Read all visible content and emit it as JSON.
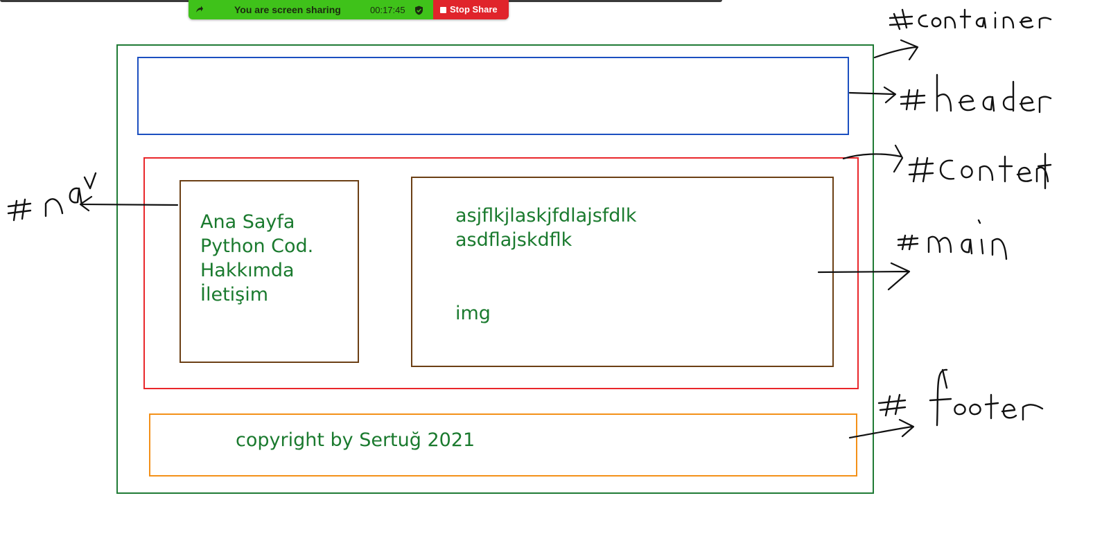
{
  "share_bar": {
    "status_text": "You are screen sharing",
    "timer": "00:17:45",
    "stop_label": "Stop Share",
    "colors": {
      "bar": "#3fc21a",
      "stop": "#e0242b"
    }
  },
  "diagram": {
    "colors": {
      "container": "#1f7a35",
      "header": "#1b4fc0",
      "content": "#e9262a",
      "nav_main": "#6b3f14",
      "footer": "#f39018",
      "text": "#1a7a2e"
    },
    "nav_items": [
      "Ana Sayfa",
      "Python Cod.",
      "Hakkımda",
      "İletişim"
    ],
    "main_lines": [
      "asjflkjlaskjfdlajsfdlk",
      "asdflajskdflk",
      "img"
    ],
    "footer_text": "copyright by Sertuğ 2021",
    "handwritten_labels": [
      "#container",
      "#header",
      "#content",
      "#main",
      "#footer",
      "#nav"
    ]
  }
}
